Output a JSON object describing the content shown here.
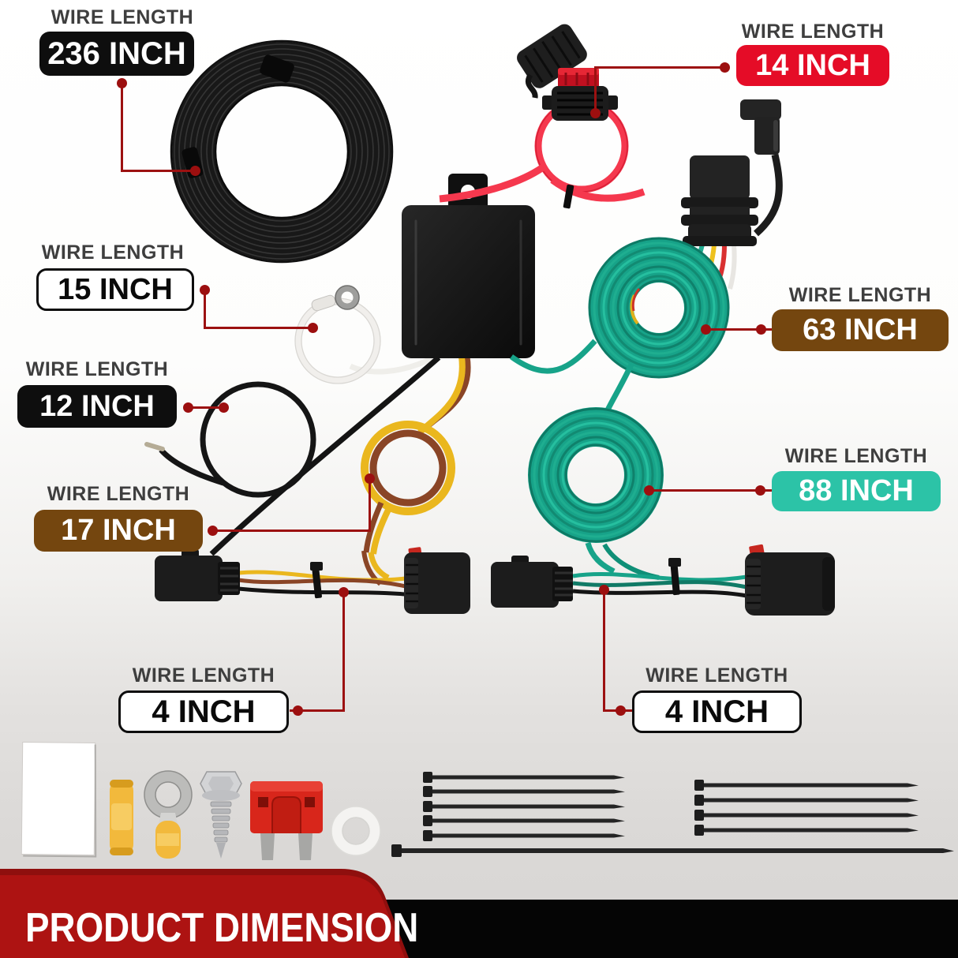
{
  "banner": {
    "label": "PRODUCT DIMENSION"
  },
  "callouts": [
    {
      "heading": "WIRE LENGTH",
      "value": "236 INCH",
      "variant": "black"
    },
    {
      "heading": "WIRE LENGTH",
      "value": "14 INCH",
      "variant": "red"
    },
    {
      "heading": "WIRE LENGTH",
      "value": "15 INCH",
      "variant": "white"
    },
    {
      "heading": "WIRE LENGTH",
      "value": "12 INCH",
      "variant": "black"
    },
    {
      "heading": "WIRE LENGTH",
      "value": "63 INCH",
      "variant": "brown"
    },
    {
      "heading": "WIRE LENGTH",
      "value": "17 INCH",
      "variant": "brown"
    },
    {
      "heading": "WIRE LENGTH",
      "value": "88 INCH",
      "variant": "teal"
    },
    {
      "heading": "WIRE LENGTH",
      "value": "4 INCH",
      "variant": "white"
    },
    {
      "heading": "WIRE LENGTH",
      "value": "4 INCH",
      "variant": "white"
    }
  ],
  "colors": {
    "pill_black": "#0e0e0e",
    "pill_red": "#e50c27",
    "pill_white": "#ffffff",
    "pill_brown": "#74460f",
    "pill_teal": "#2cc3a7",
    "callout_line": "#9c1111",
    "banner_red": "#ad1312",
    "banner_strip": "#050505",
    "coil_green": "#17a389",
    "wire_red": "#f5384e",
    "wire_yellow": "#eab71e"
  },
  "icons": [
    "black-wire-coil-icon",
    "fuse-holder-icon",
    "four-pin-connector-icon",
    "converter-module-icon",
    "white-ground-wire-icon",
    "black-wire-loop-icon",
    "yellow-brown-wire-loop-icon",
    "green-wire-coil-63-icon",
    "green-wire-coil-88-icon",
    "left-connector-harness-icon",
    "right-connector-harness-icon",
    "instruction-card-icon",
    "butt-connector-icon",
    "ring-terminal-icon",
    "self-drilling-screw-icon",
    "spare-fuse-icon",
    "nylon-washer-icon",
    "zip-tie-icon"
  ]
}
